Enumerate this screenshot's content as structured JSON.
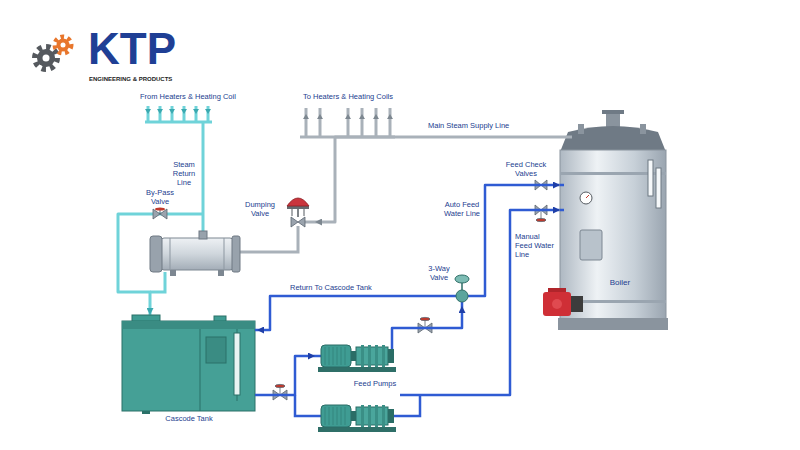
{
  "diagram": {
    "nodes": [
      {
        "text": [
          "By-Pass Valve"
        ]
      },
      {
        "text": [
          "Dumping Valve"
        ]
      },
      {
        "text": [
          "3-Way Valve"
        ]
      },
      {
        "text": [
          "Boiler"
        ]
      },
      {
        "text": [
          "Cascode Tank"
        ]
      },
      {
        "text": [
          "Feed Pumps"
        ]
      }
    ],
    "edges": [
      {
        "from": 0,
        "to": 4,
        "arrow": "to"
      },
      {
        "from": 3,
        "to": 1,
        "arrow": "to"
      },
      {
        "from": 4,
        "to": 5,
        "arrow": "to"
      },
      {
        "from": 5,
        "to": 2,
        "arrow": "to"
      },
      {
        "from": 2,
        "to": 4,
        "label": "Return To Cascode Tank",
        "arrow": "to"
      },
      {
        "from": 2,
        "to": 3,
        "arrow": "to"
      },
      {
        "from": 5,
        "to": 3,
        "arrow": "to"
      }
    ],
    "labels": [
      "KTP",
      "ENGINEERING & PRODUCTS",
      "From Heaters & Heating Coil",
      "To Heaters & Heating Coils",
      "Main Steam Supply Line",
      "Steam Return Line",
      "Feed Check Valves",
      "Auto Feed Water Line",
      "Manual Feed Water Line"
    ]
  }
}
